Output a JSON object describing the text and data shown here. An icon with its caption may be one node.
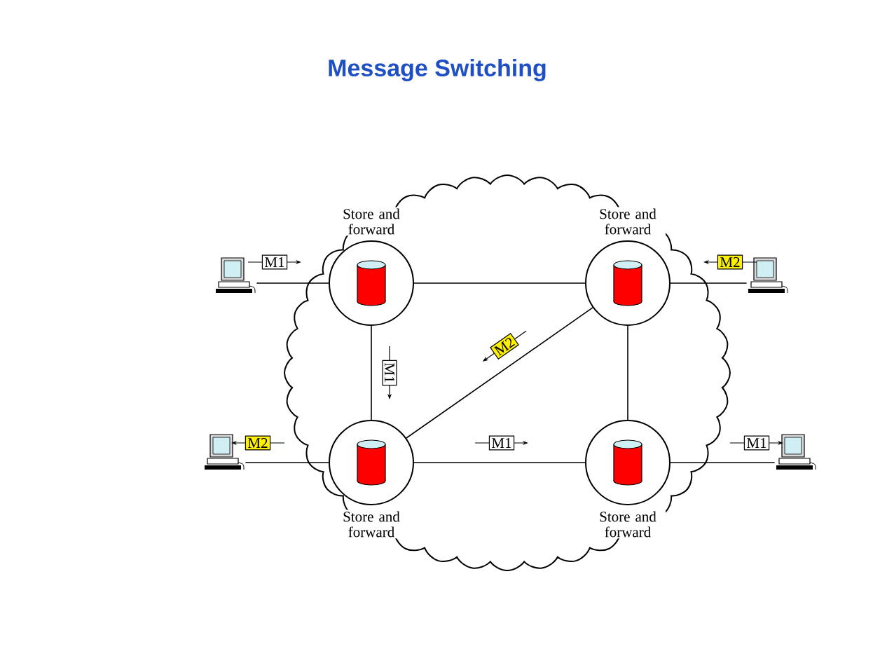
{
  "diagram": {
    "title": "Message Switching",
    "nodes": [
      {
        "text": [
          "Store and forward"
        ]
      },
      {
        "text": [
          "Store and forward"
        ]
      },
      {
        "text": [
          "Store and forward"
        ]
      },
      {
        "text": [
          "Store and forward"
        ]
      },
      {
        "text": [],
        "shape": "computer"
      },
      {
        "text": [],
        "shape": "computer"
      },
      {
        "text": [],
        "shape": "computer"
      },
      {
        "text": [],
        "shape": "computer"
      }
    ],
    "edges": [
      {
        "from": 4,
        "to": 0,
        "arrow": "none",
        "label": "M1"
      },
      {
        "from": 0,
        "to": 1,
        "arrow": "none"
      },
      {
        "from": 5,
        "to": 1,
        "arrow": "none",
        "label": "M2"
      },
      {
        "from": 0,
        "to": 2,
        "arrow": "none",
        "label": "M1"
      },
      {
        "from": 1,
        "to": 2,
        "arrow": "none",
        "label": "M2"
      },
      {
        "from": 1,
        "to": 3,
        "arrow": "none"
      },
      {
        "from": 2,
        "to": 6,
        "arrow": "none",
        "label": "M2"
      },
      {
        "from": 2,
        "to": 3,
        "arrow": "none",
        "label": "M1"
      },
      {
        "from": 3,
        "to": 7,
        "arrow": "none",
        "label": "M1"
      }
    ]
  }
}
